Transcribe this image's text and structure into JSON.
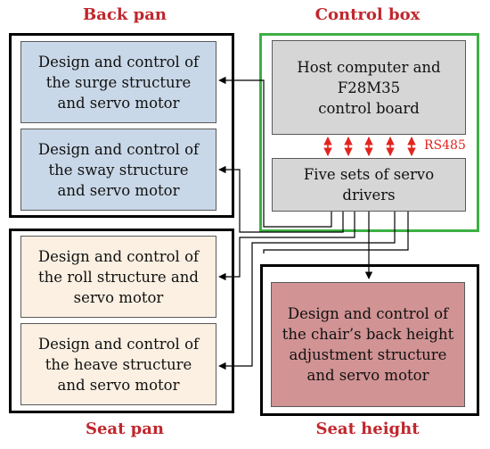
{
  "groups": {
    "back_pan": {
      "title": "Back pan",
      "surge": [
        "Design and control of",
        "the surge structure",
        "and servo motor"
      ],
      "sway": [
        "Design and control of",
        "the sway structure",
        "and servo motor"
      ]
    },
    "control_box": {
      "title": "Control box",
      "host": [
        "Host computer and",
        "F28M35",
        "control board"
      ],
      "drivers": [
        "Five sets of servo",
        "drivers"
      ],
      "bus_label": "RS485"
    },
    "seat_pan": {
      "title": "Seat pan",
      "roll": [
        "Design and control of",
        "the roll structure and",
        "servo motor"
      ],
      "heave": [
        "Design and control of",
        "the heave structure",
        "and servo motor"
      ]
    },
    "seat_height": {
      "title": "Seat height",
      "back_height": [
        "Design and control of",
        "the chair’s back height",
        "adjustment structure",
        "and servo motor"
      ]
    }
  },
  "colors": {
    "title_red": "#c0272d",
    "back_pan_box": "#c9d8e8",
    "seat_pan_box": "#fbf0e2",
    "control_box_border": "#3cb043",
    "control_box_fill": "#d6d6d6",
    "seat_height_box": "#d19394",
    "bus_arrows": "#e2241f"
  }
}
